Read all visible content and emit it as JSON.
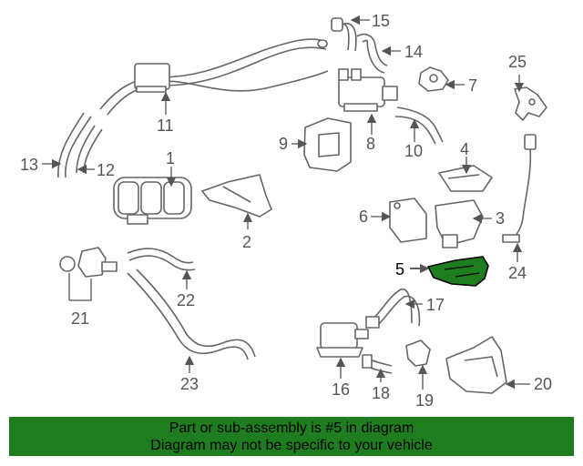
{
  "callouts": [
    "1",
    "2",
    "3",
    "4",
    "5",
    "6",
    "7",
    "8",
    "9",
    "10",
    "11",
    "12",
    "13",
    "14",
    "15",
    "16",
    "17",
    "18",
    "19",
    "20",
    "21",
    "22",
    "23",
    "24",
    "25"
  ],
  "highlight_color": "#1e7d1e",
  "banner": {
    "line1": "Part or sub-assembly is #5 in diagram",
    "line2": "Diagram may not be specific to your vehicle"
  }
}
